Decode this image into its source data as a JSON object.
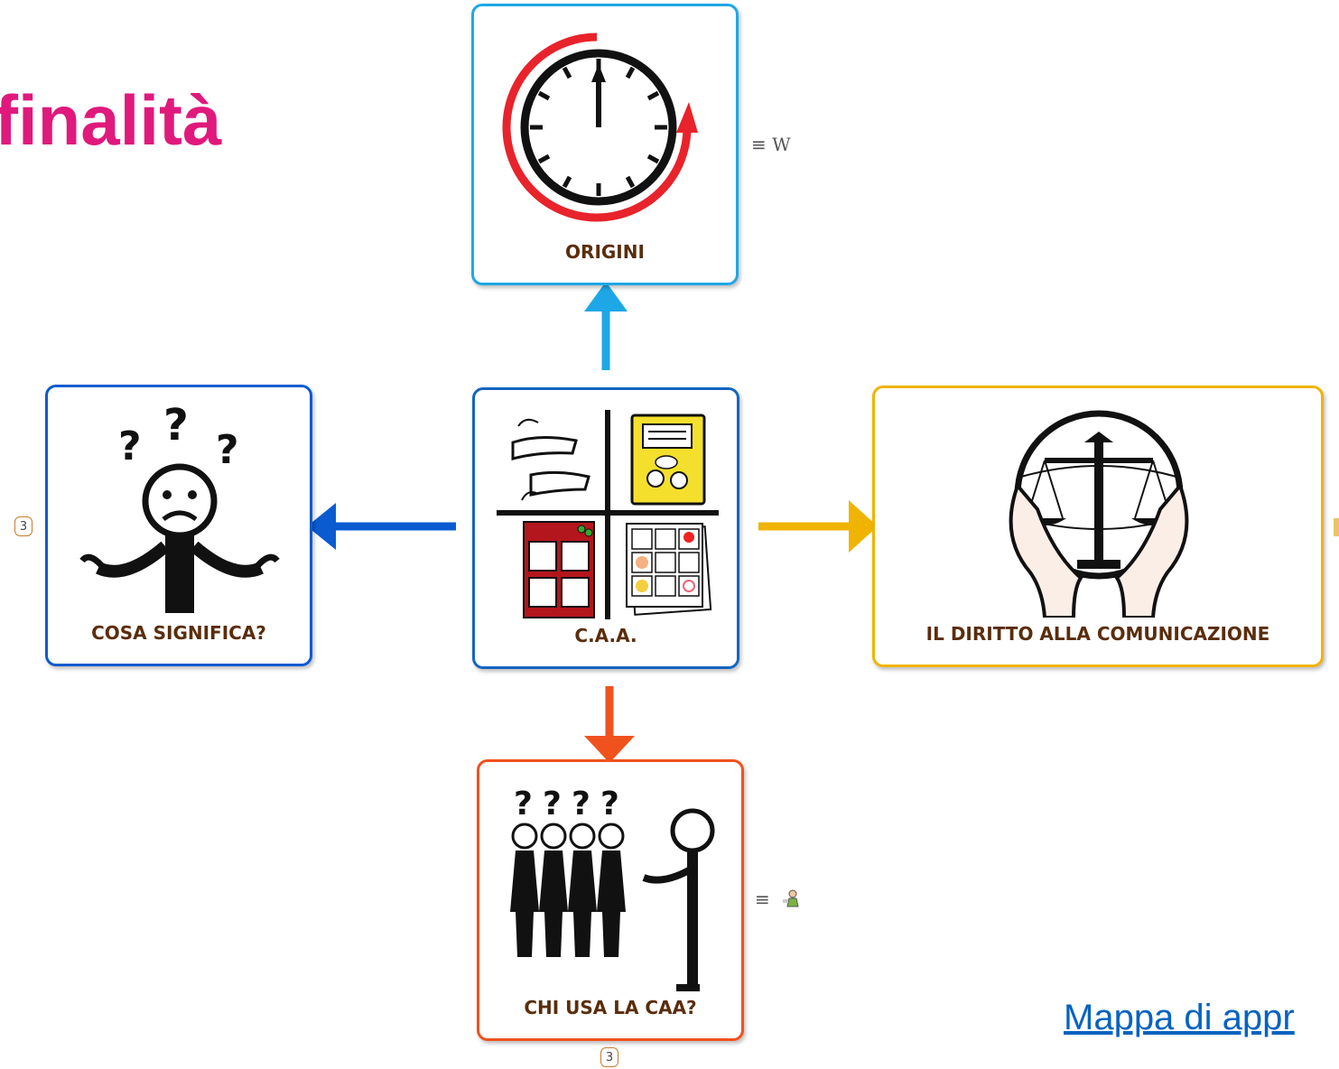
{
  "title": "finalità",
  "center": {
    "label": "C.A.A."
  },
  "nodes": {
    "top": {
      "label": "ORIGINI",
      "note_icon": "≡ W"
    },
    "left": {
      "label": "COSA SIGNIFICA?",
      "badge": "3"
    },
    "right": {
      "label": "IL DIRITTO ALLA COMUNICAZIONE"
    },
    "bottom": {
      "label": "CHI USA LA CAA?",
      "badge": "3",
      "note_icon": "≡"
    }
  },
  "link_text": "Mappa di appr",
  "colors": {
    "title": "#e0197d",
    "top": "#1ea7e6",
    "left": "#0a5bd0",
    "right": "#f0b400",
    "bottom": "#f0521e",
    "center": "#1565c0",
    "link": "#0563c1"
  }
}
